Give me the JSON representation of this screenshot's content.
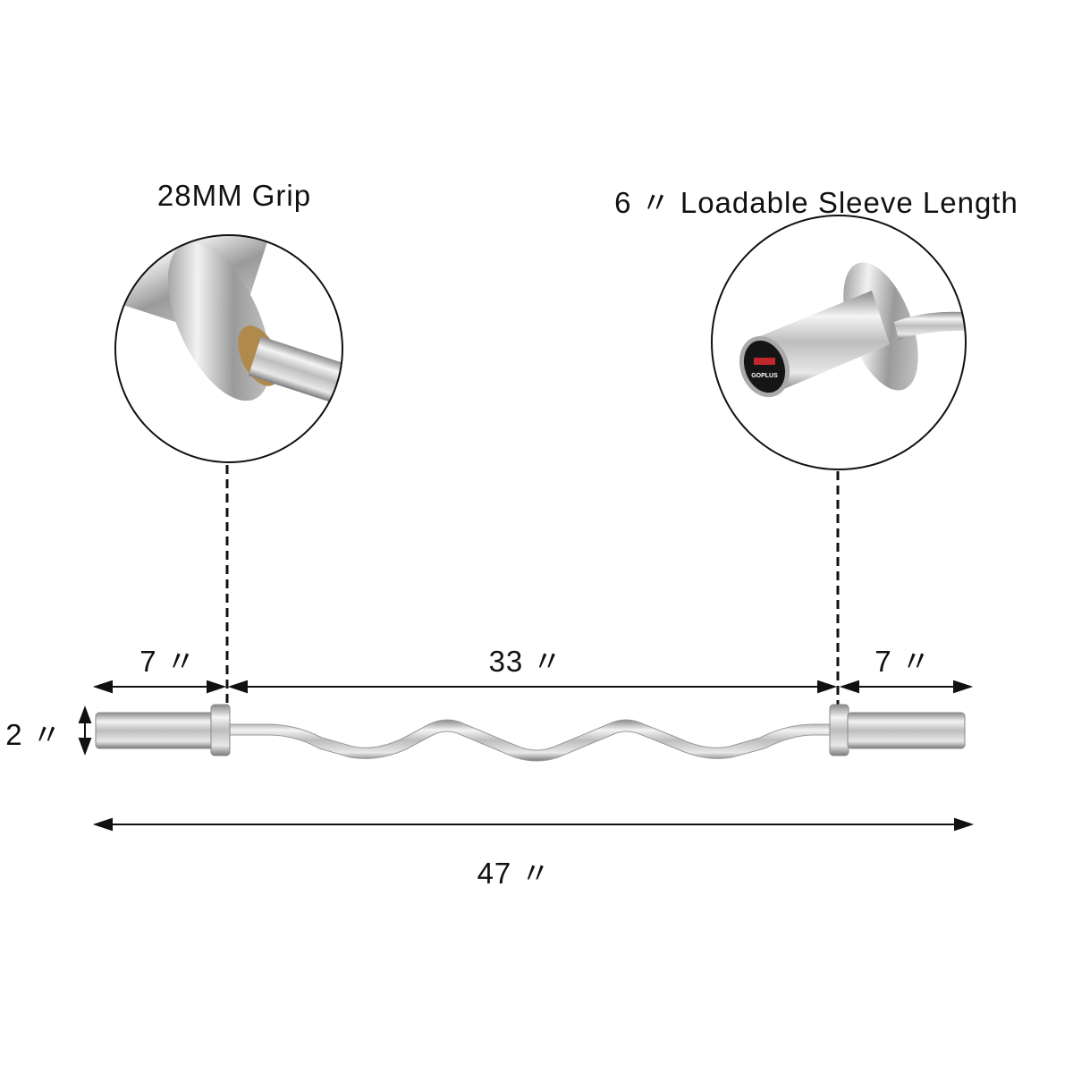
{
  "headings": {
    "grip": "28MM Grip",
    "sleeve": "6 〃 Loadable Sleeve Length"
  },
  "dimensions": {
    "left_sleeve": "7 〃",
    "center": "33 〃",
    "right_sleeve": "7 〃",
    "diameter": "2 〃",
    "total": "47 〃"
  },
  "logo": {
    "text": "GOPLUS"
  },
  "colors": {
    "line": "#111111",
    "chrome": "#c8c8c8",
    "logo_red": "#c0272d"
  }
}
